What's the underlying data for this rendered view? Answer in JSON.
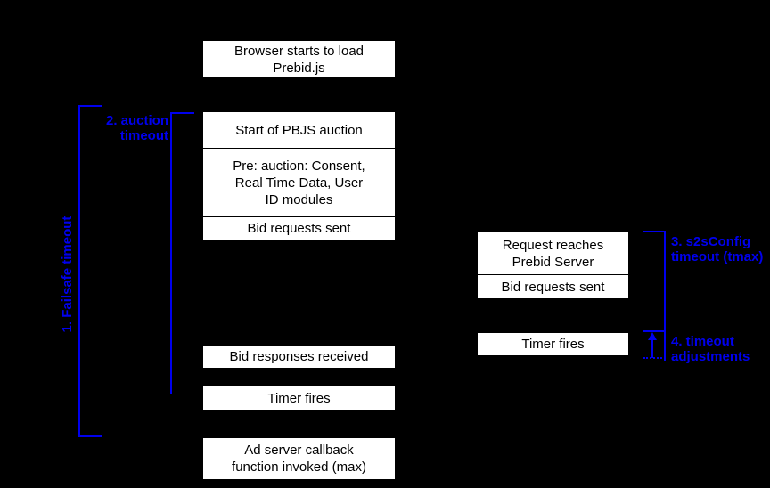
{
  "colors": {
    "background": "#000000",
    "box_fill": "#ffffff",
    "box_text": "#000000",
    "annotation_blue": "#0000ee"
  },
  "boxes": {
    "browser": {
      "lines": [
        "Browser starts to load",
        "Prebid.js"
      ]
    },
    "start_auction": {
      "lines": [
        "Start of PBJS auction"
      ]
    },
    "pre_auction": {
      "lines": [
        "Pre: auction: Consent,",
        "Real Time Data, User",
        "ID modules"
      ]
    },
    "bid_requests_sent": {
      "lines": [
        "Bid requests sent"
      ]
    },
    "bid_responses": {
      "lines": [
        "Bid responses received"
      ]
    },
    "timer_fires_left": {
      "lines": [
        "Timer fires"
      ]
    },
    "ad_server": {
      "lines": [
        "Ad server callback",
        "function invoked (max)"
      ]
    },
    "request_reaches": {
      "lines": [
        "Request reaches",
        "Prebid Server"
      ]
    },
    "bid_requests_sent_server": {
      "lines": [
        "Bid requests sent"
      ]
    },
    "timer_fires_server": {
      "lines": [
        "Timer fires"
      ]
    }
  },
  "annotations": {
    "failsafe": {
      "label": "1. Failsafe timeout"
    },
    "auction": {
      "lines": [
        "2. auction",
        "timeout"
      ]
    },
    "s2s": {
      "lines": [
        "3. s2sConfig",
        "timeout (tmax)"
      ]
    },
    "adjustments": {
      "lines": [
        "4. timeout",
        "adjustments"
      ]
    }
  }
}
